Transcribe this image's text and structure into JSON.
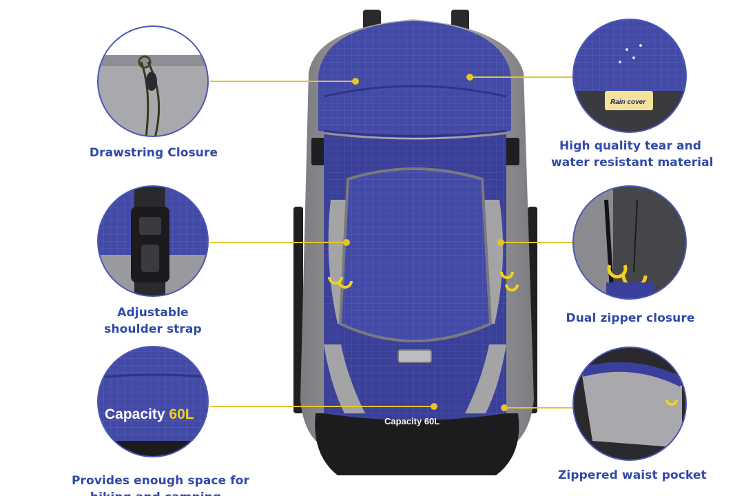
{
  "features": {
    "drawstring": {
      "caption": "Drawstring Closure"
    },
    "material": {
      "line1": "High quality tear and",
      "line2": "water resistant material",
      "tag": "Rain cover"
    },
    "strap": {
      "line1": "Adjustable",
      "line2": "shoulder strap"
    },
    "zipper": {
      "caption": "Dual zipper closure"
    },
    "capacity": {
      "line1": "Provides enough space for",
      "line2": "hiking and camping",
      "label": "Capacity",
      "value": "60L"
    },
    "waist": {
      "caption": "Zippered waist pocket"
    }
  },
  "backpack": {
    "label": "Capacity",
    "value": "60L"
  },
  "colors": {
    "accent": "#2f4aa8",
    "pack_blue": "#3a3f9e",
    "pack_gray": "#9a9a9c",
    "callout": "#e6c42a"
  }
}
